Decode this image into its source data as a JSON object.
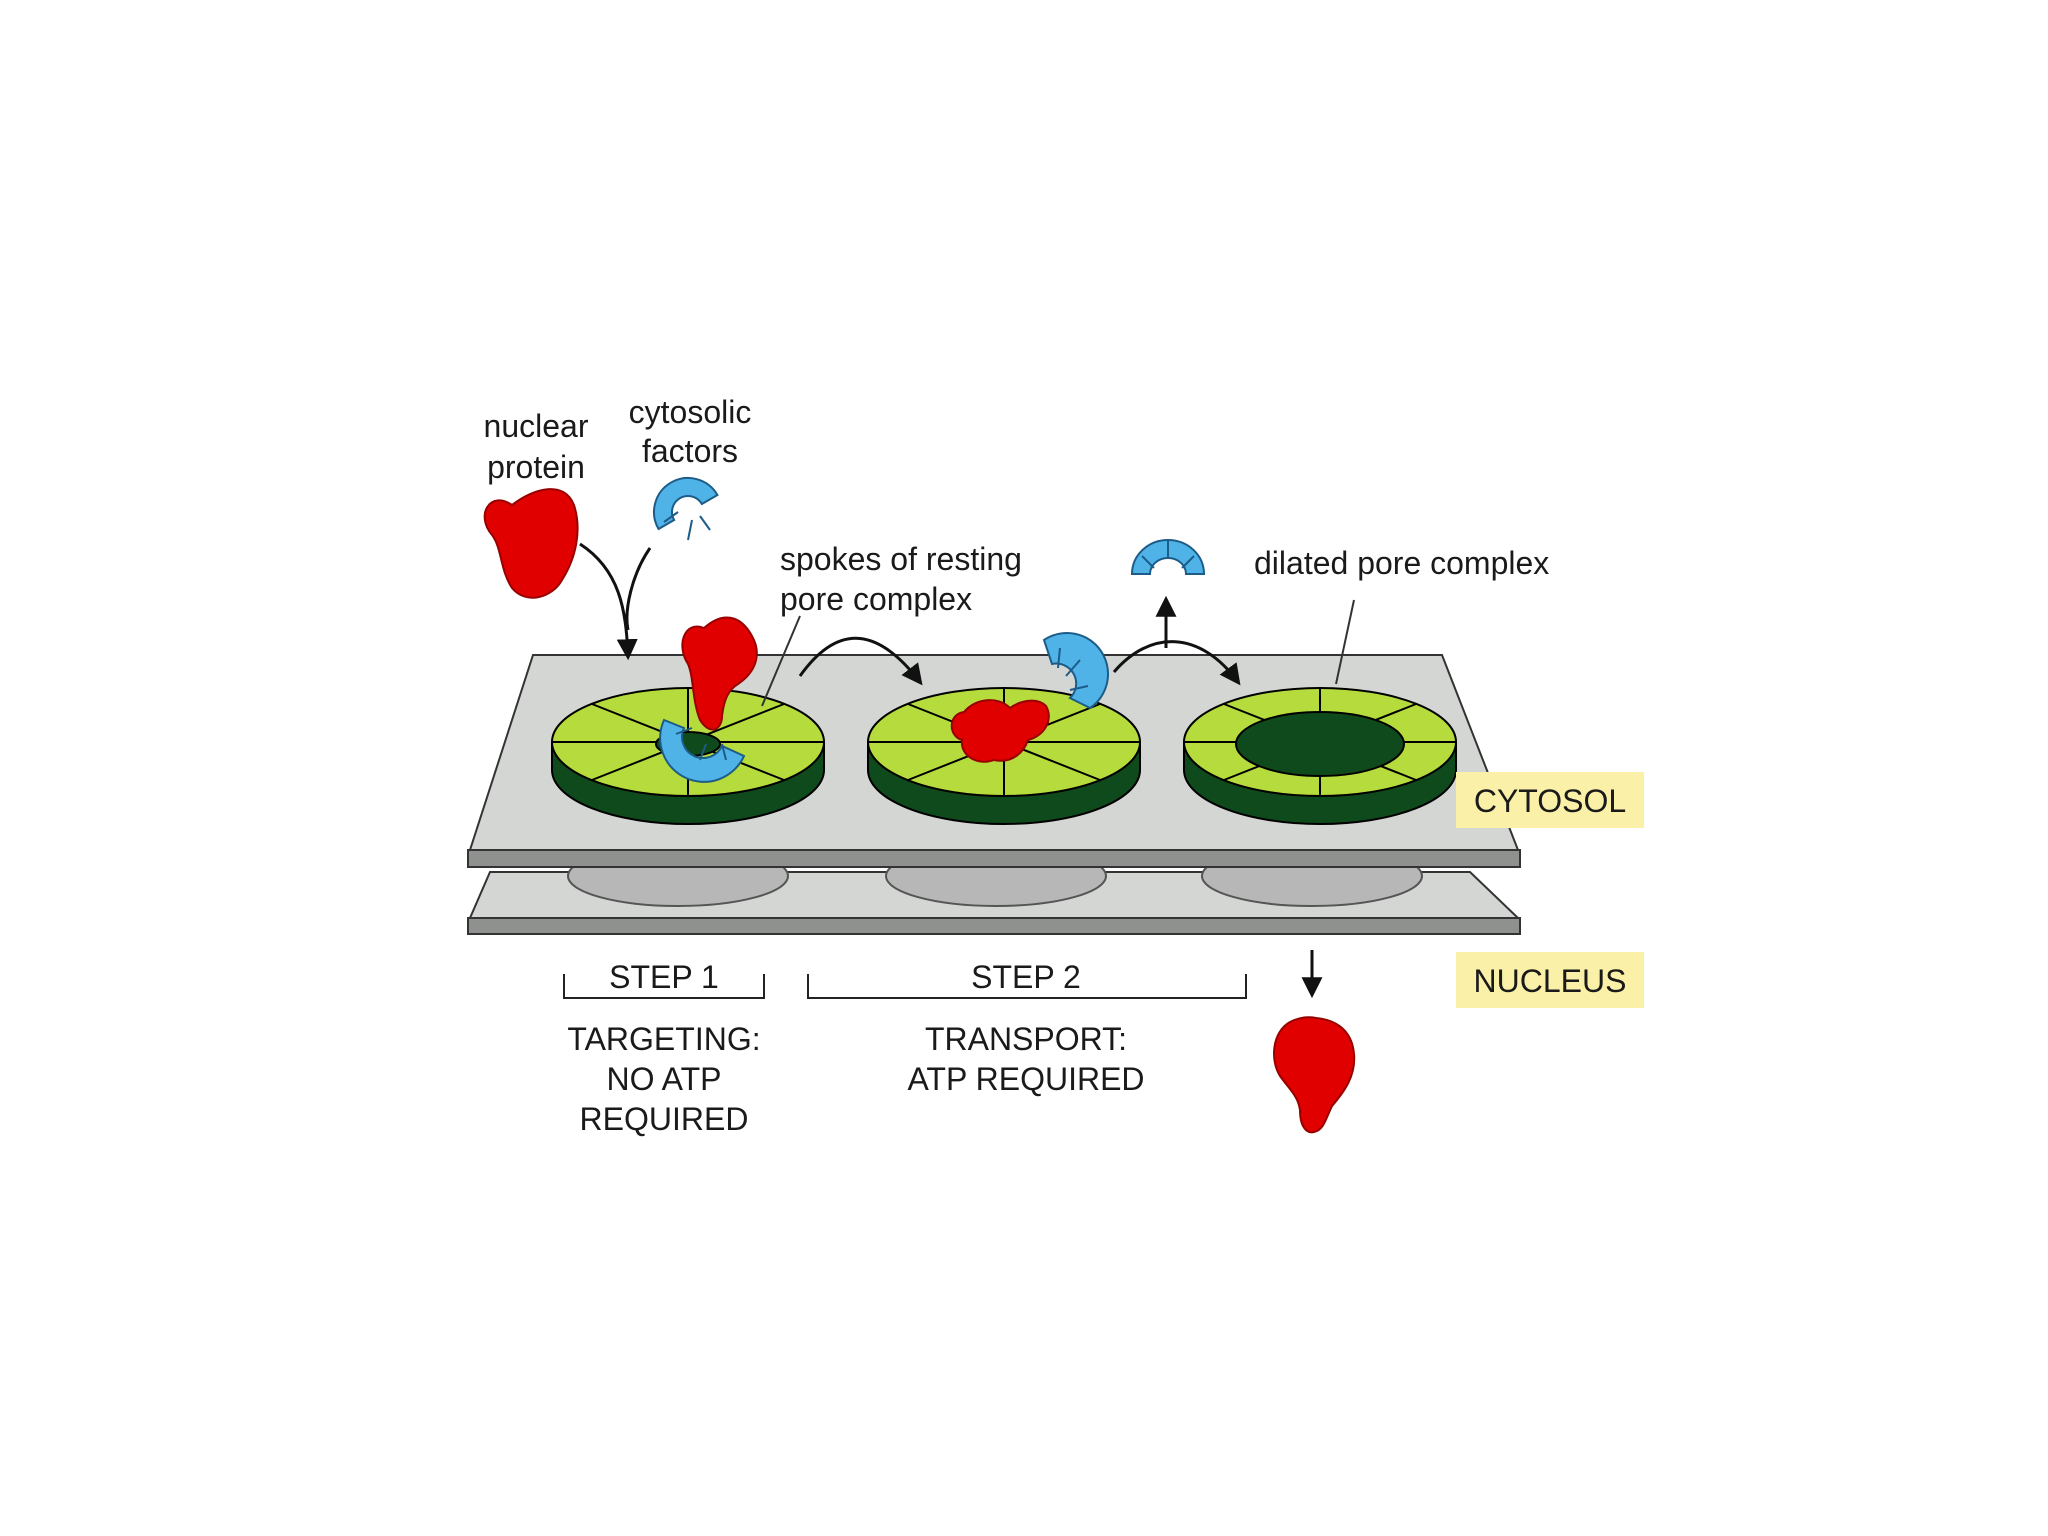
{
  "labels": {
    "nuclear_protein_line1": "nuclear",
    "nuclear_protein_line2": "protein",
    "cytosolic_factors_line1": "cytosolic",
    "cytosolic_factors_line2": "factors",
    "spokes_line1": "spokes of resting",
    "spokes_line2": "pore complex",
    "dilated": "dilated pore complex",
    "cytosol": "CYTOSOL",
    "nucleus": "NUCLEUS",
    "step1": "STEP 1",
    "step1_desc_line1": "TARGETING:",
    "step1_desc_line2": "NO ATP",
    "step1_desc_line3": "REQUIRED",
    "step2": "STEP 2",
    "step2_desc_line1": "TRANSPORT:",
    "step2_desc_line2": "ATP REQUIRED"
  },
  "colors": {
    "protein": "#e00000",
    "factor": "#4fb3e8",
    "pore_light": "#b5dc3c",
    "pore_dark": "#0f4a1c",
    "membrane": "#d4d6d4",
    "region_label_bg": "#fbf0a8"
  }
}
